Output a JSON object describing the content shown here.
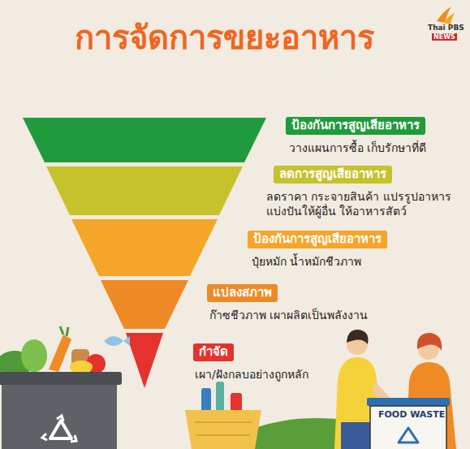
{
  "diagram": {
    "title": "การจัดการขยะอาหาร",
    "nodes": [
      {
        "text": [
          "ป้องกันการสูญเสียอาหาร",
          "วางแผนการซื้อ เก็บรักษาที่ดี"
        ]
      },
      {
        "text": [
          "ลดการสูญเสียอาหาร",
          "ลดราคา กระจายสินค้า แปรรูปอาหาร แบ่งปันให้ผู้อื่น ให้อาหารสัตว์"
        ]
      },
      {
        "text": [
          "ป้องกันการสูญเสียอาหาร",
          "ปุ๋ยหมัก น้ำหมักชีวภาพ"
        ]
      },
      {
        "text": [
          "แปลงสภาพ",
          "ก๊าซชีวภาพ เผาผลิตเป็นพลังงาน"
        ]
      },
      {
        "text": [
          "กำจัด",
          "เผา/ฝังกลบอย่างถูกหลัก"
        ]
      }
    ],
    "labels": [
      "Thai PBS",
      "NEWS",
      "FOOD WASTE"
    ]
  }
}
